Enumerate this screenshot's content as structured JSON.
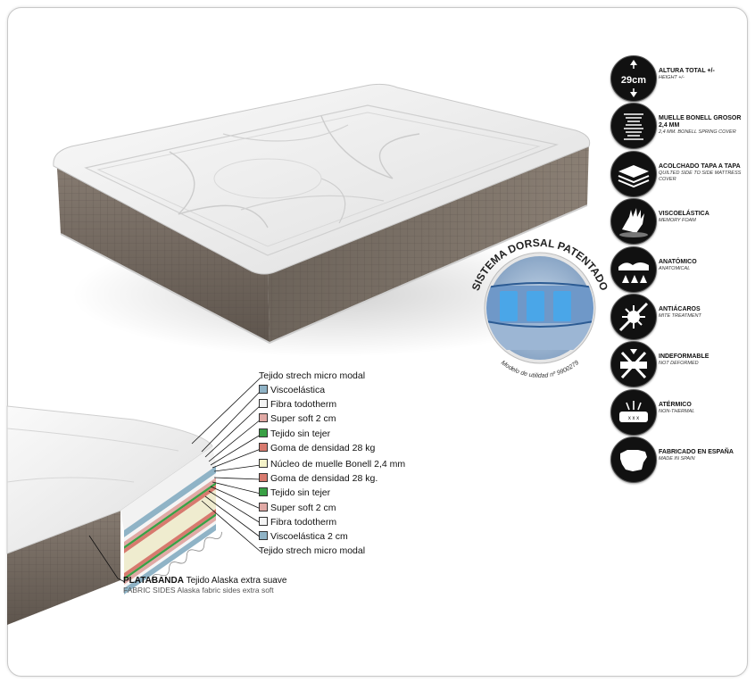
{
  "features": [
    {
      "icon": "height-29cm-icon",
      "icon_text": "29cm",
      "title": "ALTURA TOTAL +/-",
      "subtitle": "HEIGHT +/-"
    },
    {
      "icon": "spring-icon",
      "title": "MUELLE BONELL GROSOR 2,4 mm",
      "subtitle": "2,4 MM. BONELL SPRING COVER"
    },
    {
      "icon": "layers-icon",
      "title": "ACOLCHADO TAPA A TAPA",
      "subtitle": "QUILTED SIDE TO SIDE MATTRESS COVER"
    },
    {
      "icon": "hand-print-icon",
      "title": "VISCOELÁSTICA",
      "subtitle": "MEMORY FOAM"
    },
    {
      "icon": "anatomic-icon",
      "title": "ANATÓMICO",
      "subtitle": "ANATOMICAL"
    },
    {
      "icon": "anti-mite-icon",
      "title": "ANTIÁCAROS",
      "subtitle": "MITE TREATMENT"
    },
    {
      "icon": "non-deformable-icon",
      "title": "INDEFORMABLE",
      "subtitle": "NOT DEFORMED"
    },
    {
      "icon": "athermic-icon",
      "title": "ATÉRMICO",
      "subtitle": "NON-THERMAL"
    },
    {
      "icon": "spain-map-icon",
      "title": "FABRICADO EN ESPAÑA",
      "subtitle": "MADE IN SPAIN"
    }
  ],
  "patent": {
    "title": "SISTEMA DORSAL PATENTADO",
    "model": "Modelo de utilidad nº 9900279"
  },
  "layers": [
    {
      "label": "Tejido strech micro modal",
      "swatch": null
    },
    {
      "label": "Viscoelástica",
      "swatch": "#8fb3c6"
    },
    {
      "label": "Fibra todotherm",
      "swatch": "#f4f4f4"
    },
    {
      "label": "Super soft 2 cm",
      "swatch": "#e0a9a5"
    },
    {
      "label": "Tejido sin tejer",
      "swatch": "#3aa045"
    },
    {
      "label": "Goma de densidad 28 kg",
      "swatch": "#d77a6e"
    },
    {
      "label": "Núcleo de muelle Bonell 2,4 mm",
      "swatch": "#f4f2c8"
    },
    {
      "label": "Goma de densidad 28 kg.",
      "swatch": "#d77a6e"
    },
    {
      "label": "Tejido sin tejer",
      "swatch": "#3aa045"
    },
    {
      "label": "Super soft 2 cm",
      "swatch": "#e0a9a5"
    },
    {
      "label": "Fibra todotherm",
      "swatch": "#f4f4f4"
    },
    {
      "label": "Viscoelástica 2 cm",
      "swatch": "#8fb3c6"
    },
    {
      "label": "Tejido strech micro modal",
      "swatch": null
    }
  ],
  "sides": {
    "es_bold": "PLATABANDA",
    "es_rest": " Tejido Alaska extra suave",
    "en": "FABRIC SIDES Alaska fabric sides extra soft"
  },
  "colors": {
    "mattress_top": "#f3f3f3",
    "mattress_side": "#6f655c",
    "icon_bg": "#111111",
    "foam_blue": "#5aa0d8"
  }
}
